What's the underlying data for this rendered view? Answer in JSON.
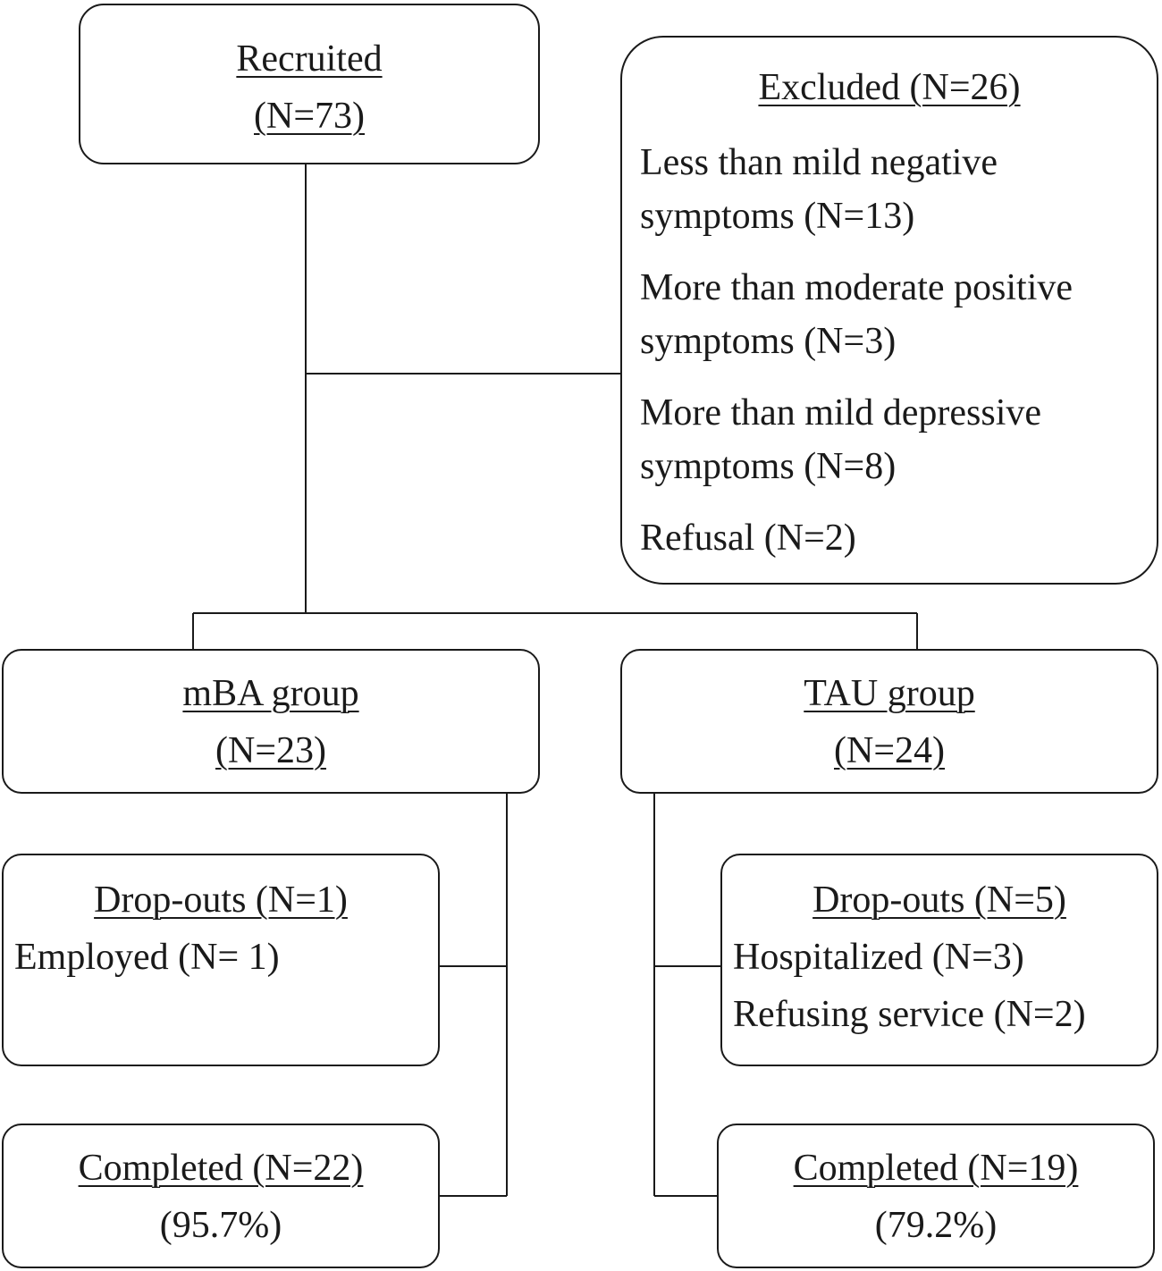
{
  "recruited": {
    "title": "Recruited",
    "count": "(N=73)"
  },
  "excluded": {
    "title": "Excluded (N=26)",
    "reasons": [
      "Less than mild negative symptoms (N=13)",
      "More than moderate positive symptoms (N=3)",
      "More than mild depressive symptoms (N=8)",
      "Refusal (N=2)"
    ]
  },
  "mba_group": {
    "title": "mBA group",
    "count": "(N=23)",
    "dropouts": {
      "title": "Drop-outs (N=1)",
      "reasons": [
        "Employed (N= 1)"
      ]
    },
    "completed": {
      "title": "Completed (N=22)",
      "percent": "(95.7%)"
    }
  },
  "tau_group": {
    "title": "TAU group",
    "count": "(N=24)",
    "dropouts": {
      "title": "Drop-outs (N=5)",
      "reasons": [
        "Hospitalized (N=3)",
        "Refusing service (N=2)"
      ]
    },
    "completed": {
      "title": "Completed (N=19)",
      "percent": "(79.2%)"
    }
  }
}
